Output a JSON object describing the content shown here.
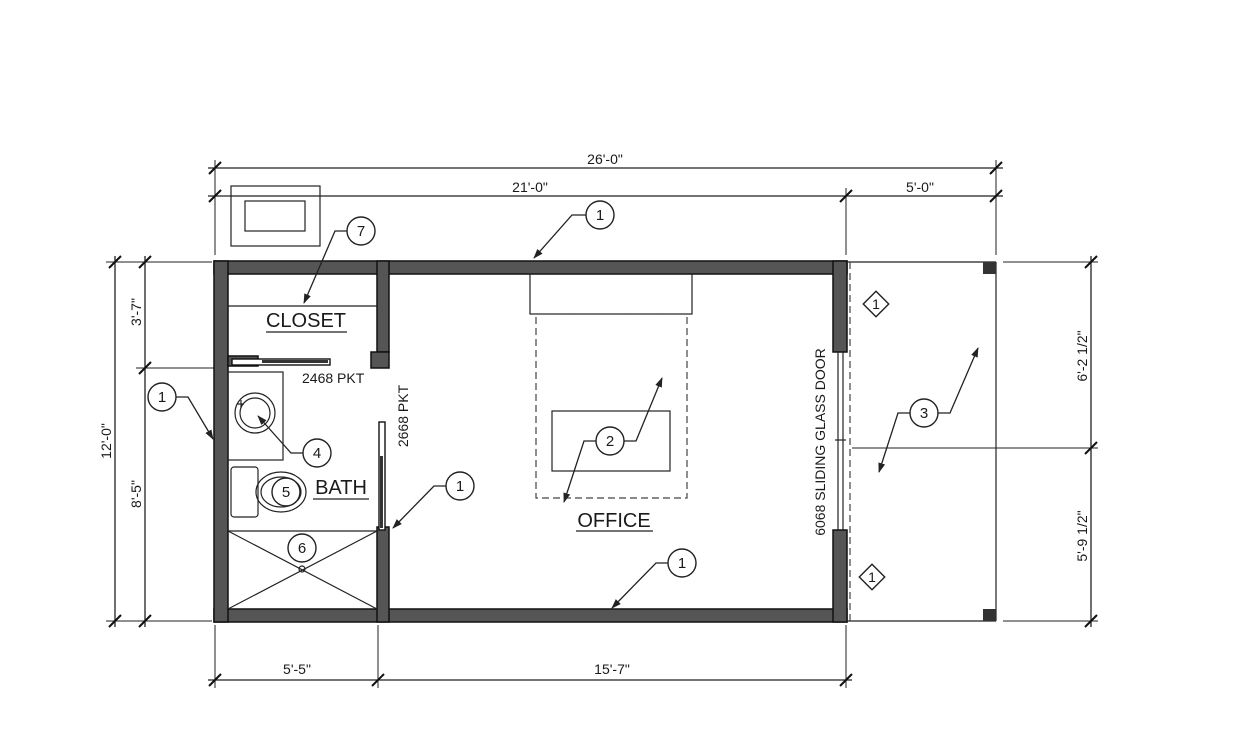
{
  "dimensions": {
    "overall_width": "26'-0\"",
    "main_width": "21'-0\"",
    "deck_width": "5'-0\"",
    "overall_depth": "12'-0\"",
    "closet_depth": "3'-7\"",
    "bath_depth": "8'-5\"",
    "deck_top": "6'-2 1/2\"",
    "deck_bottom": "5'-9 1/2\"",
    "bath_width": "5'-5\"",
    "office_width": "15'-7\""
  },
  "rooms": {
    "closet": "CLOSET",
    "bath": "BATH",
    "office": "OFFICE"
  },
  "doors": {
    "closet_door": "2468 PKT",
    "bath_door": "2668 PKT",
    "sliding_door": "6068 SLIDING GLASS DOOR"
  },
  "keynotes": {
    "wall_top": "1",
    "wall_left": "1",
    "wall_bath": "1",
    "wall_bottom": "1",
    "desk": "2",
    "deck": "3",
    "sink": "4",
    "toilet": "5",
    "shower": "6",
    "closet": "7"
  },
  "window_tags": {
    "upper": "1",
    "lower": "1"
  }
}
